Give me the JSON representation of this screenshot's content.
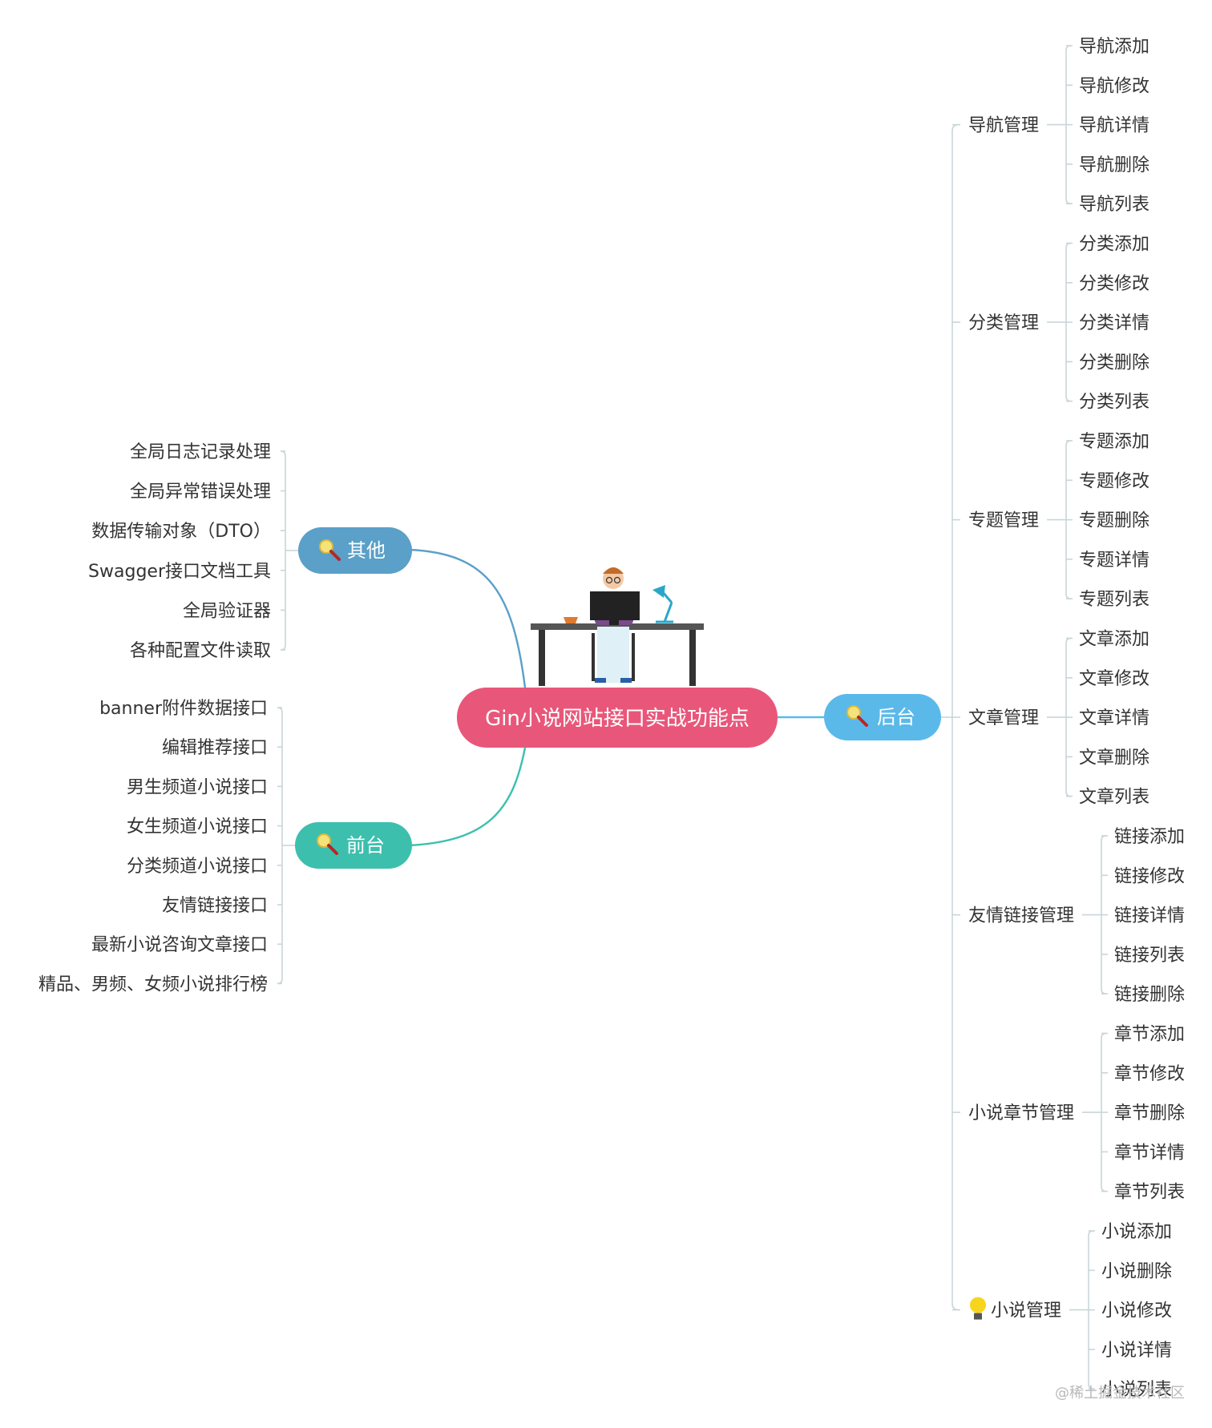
{
  "center": {
    "label": "Gin小说网站接口实战功能点",
    "color": "#e8577a"
  },
  "branches": {
    "other": {
      "label": "其他",
      "color": "#5aa0c8",
      "icon": "magnifier-icon",
      "items": [
        "全局日志记录处理",
        "全局异常错误处理",
        "数据传输对象（DTO）",
        "Swagger接口文档工具",
        "全局验证器",
        "各种配置文件读取"
      ]
    },
    "front": {
      "label": "前台",
      "color": "#3dbfae",
      "icon": "magnifier-icon",
      "items": [
        "banner附件数据接口",
        "编辑推荐接口",
        "男生频道小说接口",
        "女生频道小说接口",
        "分类频道小说接口",
        "友情链接接口",
        "最新小说咨询文章接口",
        "精品、男频、女频小说排行榜"
      ]
    },
    "back": {
      "label": "后台",
      "color": "#5bb9ea",
      "icon": "magnifier-icon",
      "groups": [
        {
          "label": "导航管理",
          "items": [
            "导航添加",
            "导航修改",
            "导航详情",
            "导航删除",
            "导航列表"
          ]
        },
        {
          "label": "分类管理",
          "items": [
            "分类添加",
            "分类修改",
            "分类详情",
            "分类删除",
            "分类列表"
          ]
        },
        {
          "label": "专题管理",
          "items": [
            "专题添加",
            "专题修改",
            "专题删除",
            "专题详情",
            "专题列表"
          ]
        },
        {
          "label": "文章管理",
          "items": [
            "文章添加",
            "文章修改",
            "文章详情",
            "文章删除",
            "文章列表"
          ]
        },
        {
          "label": "友情链接管理",
          "items": [
            "链接添加",
            "链接修改",
            "链接详情",
            "链接列表",
            "链接删除"
          ]
        },
        {
          "label": "小说章节管理",
          "items": [
            "章节添加",
            "章节修改",
            "章节删除",
            "章节详情",
            "章节列表"
          ]
        },
        {
          "label": "小说管理",
          "icon": "lightbulb-icon",
          "items": [
            "小说添加",
            "小说删除",
            "小说修改",
            "小说详情",
            "小说列表"
          ]
        }
      ]
    }
  },
  "watermark": "@稀土掘金技术社区"
}
